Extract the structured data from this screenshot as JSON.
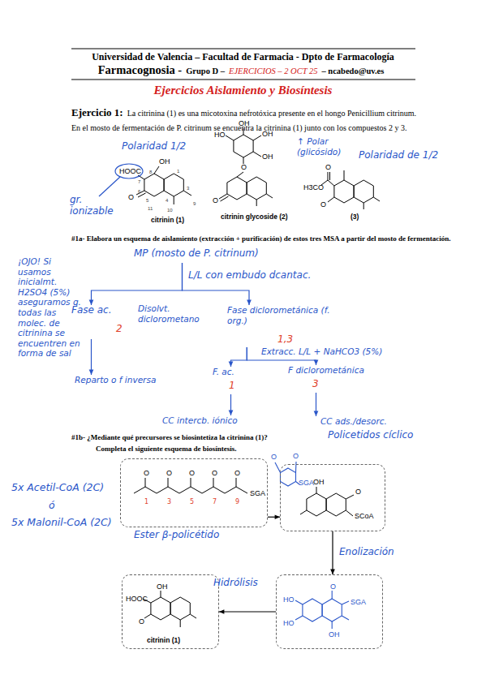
{
  "diagram": {
    "title": "Ejercicios Aislamiento y Biosíntesis",
    "nodes": [
      {
        "text": [
          "MP (mosto de P. citrinum)"
        ]
      },
      {
        "text": [
          "Fase ac.",
          "2"
        ]
      },
      {
        "text": [
          "Fase diclorometánica (f. org.)",
          "1,3"
        ]
      },
      {
        "text": [
          "Reparto o f inversa"
        ]
      },
      {
        "text": [
          "F. ac.",
          "1"
        ]
      },
      {
        "text": [
          "F diclorometánica",
          "3"
        ]
      },
      {
        "text": [
          "CC intercb. iónico"
        ]
      },
      {
        "text": [
          "CC ads./desorc."
        ]
      },
      {
        "text": [
          "O",
          "O",
          "O",
          "O",
          "O",
          "SGA",
          "1",
          "3",
          "5",
          "7",
          "9"
        ]
      },
      {
        "text": [
          "OH",
          "O",
          "SCoA"
        ]
      },
      {
        "text": [
          "HO",
          "HO",
          "O",
          "SGA",
          "OH"
        ]
      },
      {
        "text": [
          "HOOC",
          "OH",
          "O",
          "citrinin (1)"
        ]
      }
    ],
    "edges": [
      {
        "from": 0,
        "to": 1,
        "arrow": "to"
      },
      {
        "from": 0,
        "to": 2,
        "arrow": "to"
      },
      {
        "from": 1,
        "to": 3,
        "arrow": "to"
      },
      {
        "from": 2,
        "to": 4,
        "arrow": "to"
      },
      {
        "from": 2,
        "to": 5,
        "arrow": "to"
      },
      {
        "from": 4,
        "to": 6,
        "arrow": "to"
      },
      {
        "from": 5,
        "to": 7,
        "arrow": "to"
      },
      {
        "from": 8,
        "to": 9,
        "arrow": "to"
      },
      {
        "from": 9,
        "to": 10,
        "label": "Enolización",
        "arrow": "to"
      },
      {
        "from": 10,
        "to": 11,
        "label": "Hidrólisis",
        "arrow": "to"
      }
    ],
    "labels": [
      "Universidad de Valencia – Facultad de Farmacia - Dpto de Farmacología",
      "Farmacognosia -",
      "Grupo D –",
      "EJERCICIOS – 2 OCT 25",
      "– ncabedo@uv.es",
      "Ejercicio 1:",
      "La citrinina (1) es una micotoxina nefrotóxica presente en el hongo Penicillium citrinum. En el mosto de fermentación de P. citrinum se encuentra la citrinina (1) junto con los compuestos 2 y 3.",
      "Polaridad 1/2",
      "HOOC",
      "OH",
      "O",
      "gr. ionizable",
      "citrinin (1)",
      "HO",
      "OH",
      "OH",
      "OH",
      "O",
      "O",
      "citrinin glycoside (2)",
      "↑ Polar (glicósido)",
      "Polaridad de 1/2",
      "H3CO",
      "O",
      "O",
      "(3)",
      "#1a- Elabora un esquema de aislamiento (extracción + purificación) de estos tres MSA a partir del mosto de fermentación.",
      "¡OJO! Si usamos inicialmt. H2SO4 (5%) aseguramos q. todas las molec. de citrinina se encuentren en forma de sal",
      "L/L con embudo dcantac.",
      "Disolvt. diclorometano",
      "Extracc. L/L + NaHCO3 (5%)",
      "#1b- ¿Mediante qué precursores se biosintetiza la citrinina (1)?",
      "Policetidos cíclico",
      "Completa el siguiente esquema de biosíntesis.",
      "5x Acetil-CoA (2C)",
      "ó",
      "5x Malonil-CoA (2C)",
      "Ester β-policétido",
      "SGA",
      "O",
      "O",
      "8",
      "1",
      "7",
      "6",
      "5",
      "4",
      "3",
      "9",
      "11",
      "10"
    ]
  }
}
